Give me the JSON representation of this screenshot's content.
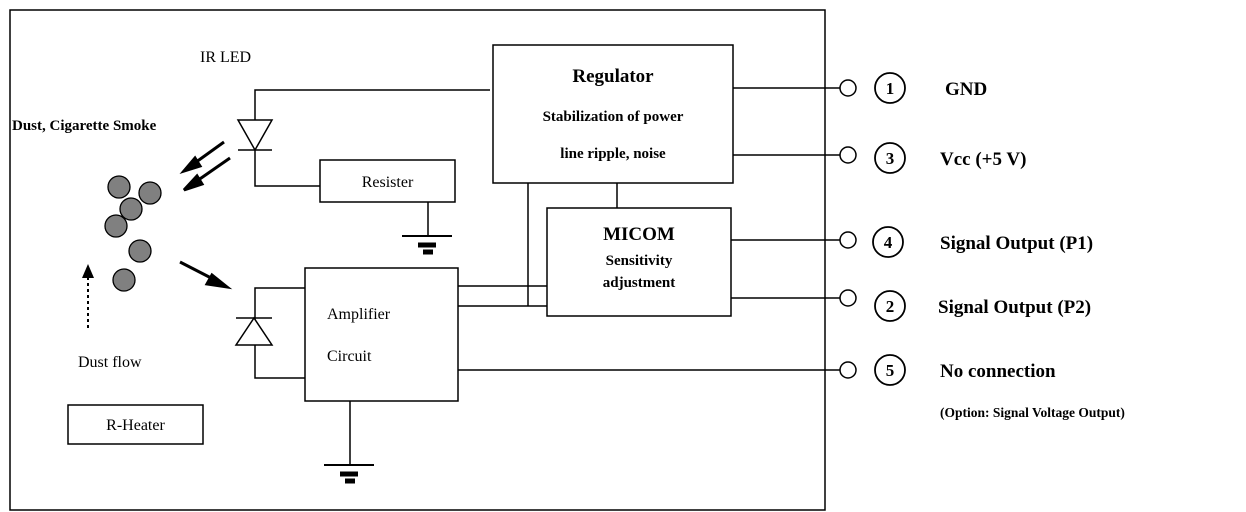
{
  "labels": {
    "ir_led": "IR LED",
    "dust_smoke": "Dust, Cigarette Smoke",
    "dust_flow": "Dust flow",
    "r_heater": "R-Heater",
    "resister": "Resister",
    "amplifier_line1": "Amplifier",
    "amplifier_line2": "Circuit",
    "regulator_title": "Regulator",
    "regulator_line1": "Stabilization of power",
    "regulator_line2": "line ripple, noise",
    "micom_title": "MICOM",
    "micom_line1": "Sensitivity",
    "micom_line2": "adjustment"
  },
  "pins": [
    {
      "number": "1",
      "label": "GND"
    },
    {
      "number": "3",
      "label": "Vcc (+5 V)"
    },
    {
      "number": "4",
      "label": "Signal Output (P1)"
    },
    {
      "number": "2",
      "label": "Signal Output (P2)"
    },
    {
      "number": "5",
      "label": "No connection",
      "note": "(Option: Signal Voltage Output)"
    }
  ]
}
